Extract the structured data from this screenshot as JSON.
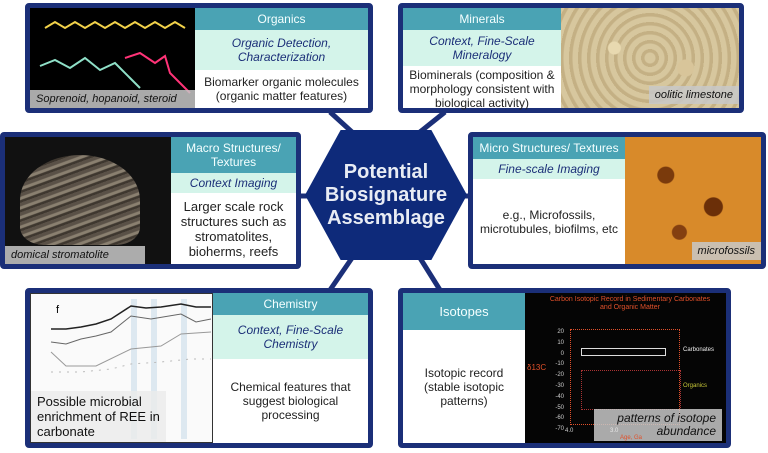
{
  "center": {
    "lines": [
      "Potential",
      "Biosignature",
      "Assemblage"
    ]
  },
  "colors": {
    "border": "#1b2f78",
    "header": "#4aa3b4",
    "subheader": "#d4f4ea",
    "center": "#0e2a7a"
  },
  "panels": {
    "organics": {
      "header": "Organics",
      "subheader": "Organic Detection, Characterization",
      "body": "Biomarker organic molecules (organic matter features)",
      "caption": "Soprenoid, hopanoid, steroid"
    },
    "minerals": {
      "header": "Context, Fine-Scale Mineralogy",
      "subheader": "Minerals",
      "body": "Biominerals (composition & morphology consistent with biological activity)",
      "caption": "oolitic limestone"
    },
    "macro": {
      "header": "Macro Structures/ Textures",
      "subheader": "Context Imaging",
      "body": "Larger scale rock structures such as stromatolites, bioherms, reefs",
      "caption": "domical stromatolite"
    },
    "micro": {
      "header": "Micro Structures/ Textures",
      "subheader": "Fine-scale Imaging",
      "body": "e.g., Microfossils, microtubules, biofilms, etc",
      "caption": "microfossils"
    },
    "chemistry": {
      "header": "Chemistry",
      "subheader": "Context, Fine-Scale Chemistry",
      "body": "Chemical features that suggest biological processing",
      "caption": "Possible microbial enrichment of REE in carbonate",
      "plot_label": "f"
    },
    "isotopes": {
      "header": "Isotopes",
      "body": "Isotopic record (stable isotopic patterns)",
      "caption": "patterns of isotope abundance",
      "plot_title": "Carbon Isotopic Record in Sedimentary Carbonates and Organic Matter",
      "ylabel": "δ13C",
      "yticks": [
        "20",
        "10",
        "0",
        "-10",
        "-20",
        "-30",
        "-40",
        "-50",
        "-60",
        "-70"
      ],
      "xticks": [
        "4.0",
        "3.0"
      ],
      "xlabel": "Age, Ga",
      "series": [
        "Carbonates",
        "Organics"
      ]
    }
  }
}
